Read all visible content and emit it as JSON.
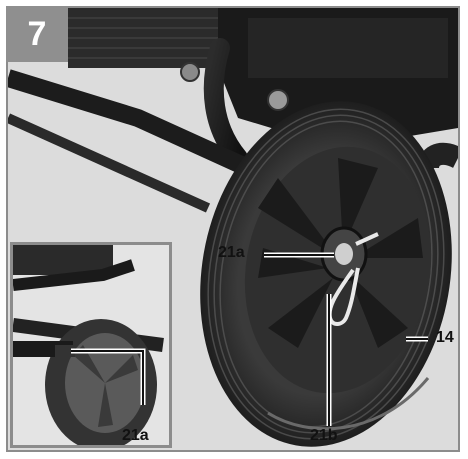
{
  "step_number": "7",
  "labels": {
    "main_axle_pin": "21a",
    "clip": "21b",
    "wheel": "14",
    "inset_axle_pin": "21a"
  }
}
